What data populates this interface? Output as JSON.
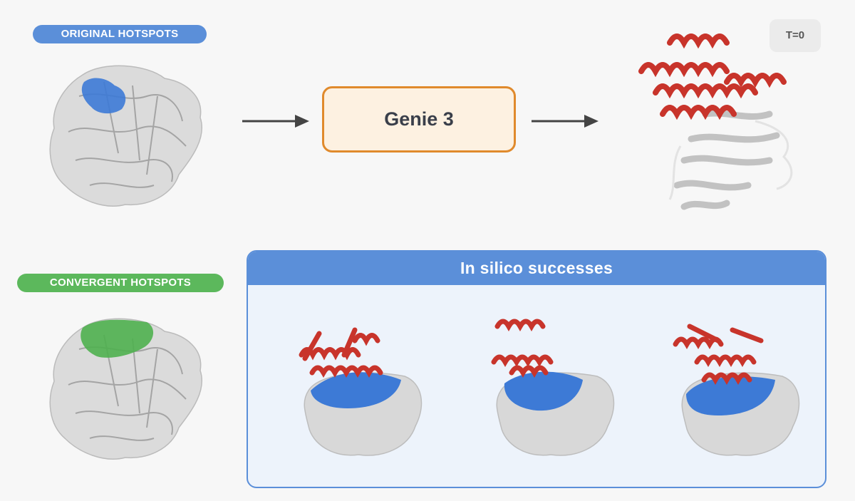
{
  "labels": {
    "original_hotspots": "ORIGINAL HOTSPOTS",
    "convergent_hotspots": "CONVERGENT HOTSPOTS",
    "timestep": "T=0",
    "model": "Genie 3",
    "successes_title": "In silico successes"
  },
  "colors": {
    "original_hotspot": "#3d7ad6",
    "convergent_hotspot": "#4fb04f",
    "binder_helix": "#c8342b",
    "genie_border": "#e08a2c",
    "genie_fill": "#fdf1e1",
    "panel_accent": "#5b8fd9",
    "protein_surface": "#d8d8d8"
  },
  "icons": {
    "arrow_1": "right-arrow",
    "arrow_2": "right-arrow"
  }
}
